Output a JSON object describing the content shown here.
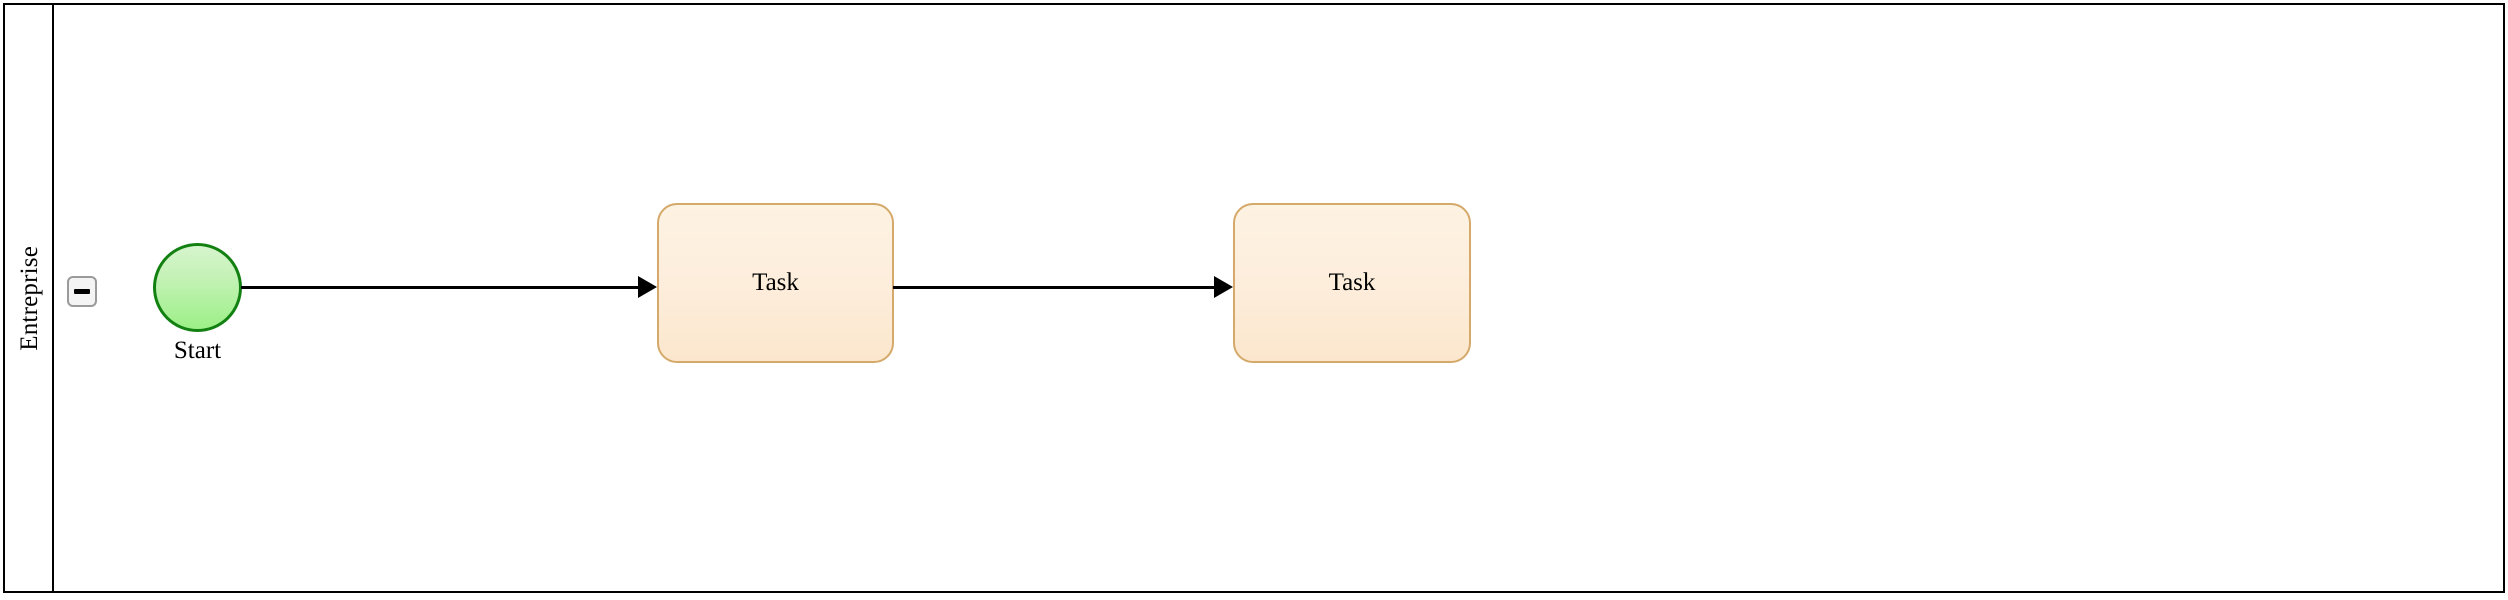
{
  "diagram": {
    "type": "bpmn-process",
    "pool": {
      "name": "Entreprise",
      "collapse_button": {
        "icon": "minus-icon",
        "state": "expanded",
        "label": "–"
      }
    },
    "nodes": [
      {
        "id": "start-event",
        "type": "start-event",
        "label": "Start",
        "fill": "#9cf087",
        "stroke": "#128112"
      },
      {
        "id": "task-1",
        "type": "task",
        "label": "Task",
        "fill": "#fceed9",
        "stroke": "#d4a96a"
      },
      {
        "id": "task-2",
        "type": "task",
        "label": "Task",
        "fill": "#fceed9",
        "stroke": "#d4a96a"
      }
    ],
    "flows": [
      {
        "id": "flow-1",
        "from": "start-event",
        "to": "task-1",
        "label": ""
      },
      {
        "id": "flow-2",
        "from": "task-1",
        "to": "task-2",
        "label": ""
      }
    ],
    "colors": {
      "canvas_background": "#ffffff",
      "pool_border": "#000000",
      "flow_stroke": "#000000"
    }
  }
}
